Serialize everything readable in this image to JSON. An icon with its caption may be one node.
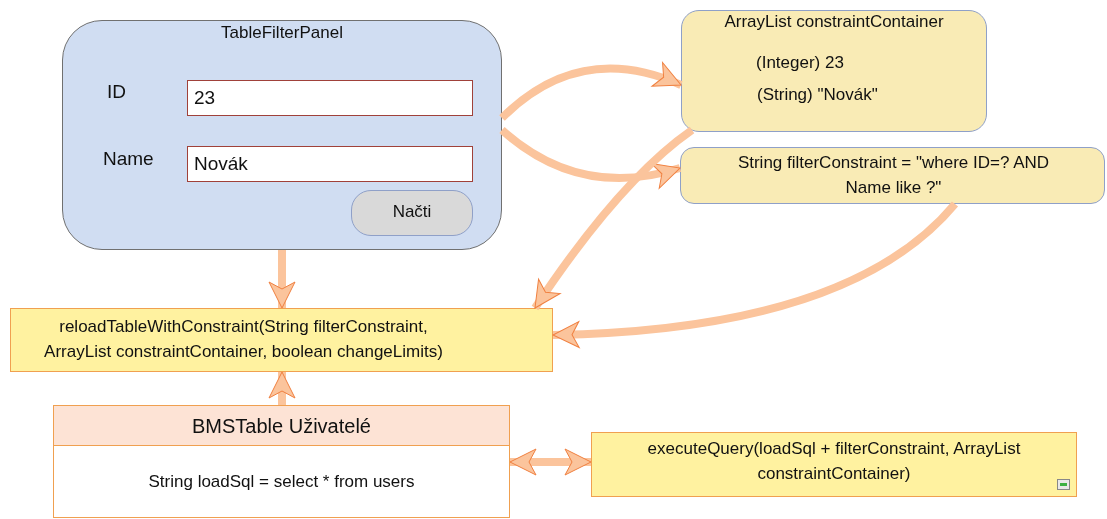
{
  "diagram": {
    "nodes": [
      {
        "text": [
          "TableFilterPanel"
        ]
      },
      {
        "text": [
          "23"
        ],
        "in": 0
      },
      {
        "text": [
          "Novák"
        ],
        "in": 0
      },
      {
        "text": [
          "Načti"
        ],
        "in": 0
      },
      {
        "text": [
          "ArrayList constraintContainer",
          "(Integer) 23",
          "(String) \"Novák\""
        ]
      },
      {
        "text": [
          "String filterConstraint = \"where ID=? AND Name like ?\""
        ]
      },
      {
        "text": [
          "reloadTableWithConstraint(String filterConstraint, ArrayList constraintContainer, boolean changeLimits)"
        ]
      },
      {
        "text": [
          "BMSTable Uživatelé",
          "String loadSql = select * from users"
        ]
      },
      {
        "text": [
          "executeQuery(loadSql + filterConstraint, ArrayList constraintContainer)"
        ]
      }
    ],
    "edges": [
      {
        "from": 0,
        "to": 4,
        "arrow": "to"
      },
      {
        "from": 0,
        "to": 5,
        "arrow": "to"
      },
      {
        "from": 4,
        "to": 6,
        "arrow": "to"
      },
      {
        "from": 5,
        "to": 6,
        "arrow": "to"
      },
      {
        "from": 0,
        "to": 6,
        "arrow": "to"
      },
      {
        "from": 7,
        "to": 6,
        "arrow": "to"
      },
      {
        "from": 7,
        "to": 8,
        "arrow": "both"
      }
    ],
    "labels": [
      "ID",
      "Name"
    ]
  }
}
